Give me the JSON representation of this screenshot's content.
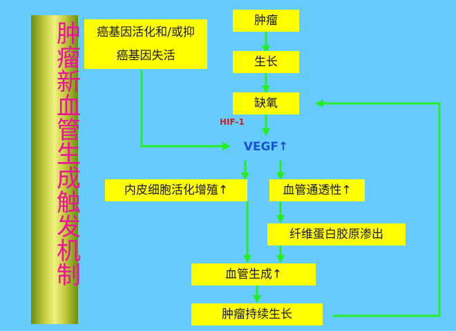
{
  "banner": {
    "title": "肿瘤新血管生成触发机制"
  },
  "nodes": {
    "tumor": "肿瘤",
    "growth": "生长",
    "hypoxia": "缺氧",
    "hif": "HIF-1",
    "vegf": "VEGF↑",
    "oncogene": "癌基因活化和/或抑癌基因失活",
    "endothelial": "内皮细胞活化增殖↑",
    "permeability": "血管通透性↑",
    "fibrin": "纤维蛋白胶原渗出",
    "angiogenesis": "血管生成↑",
    "sustained_growth": "肿瘤持续生长"
  },
  "colors": {
    "background": "#66ccff",
    "box": "#ffff00",
    "arrow": "#22ee22",
    "banner_text": "#ee1199",
    "vegf_text": "#1a4fd8",
    "hif_text": "#cc2020"
  }
}
